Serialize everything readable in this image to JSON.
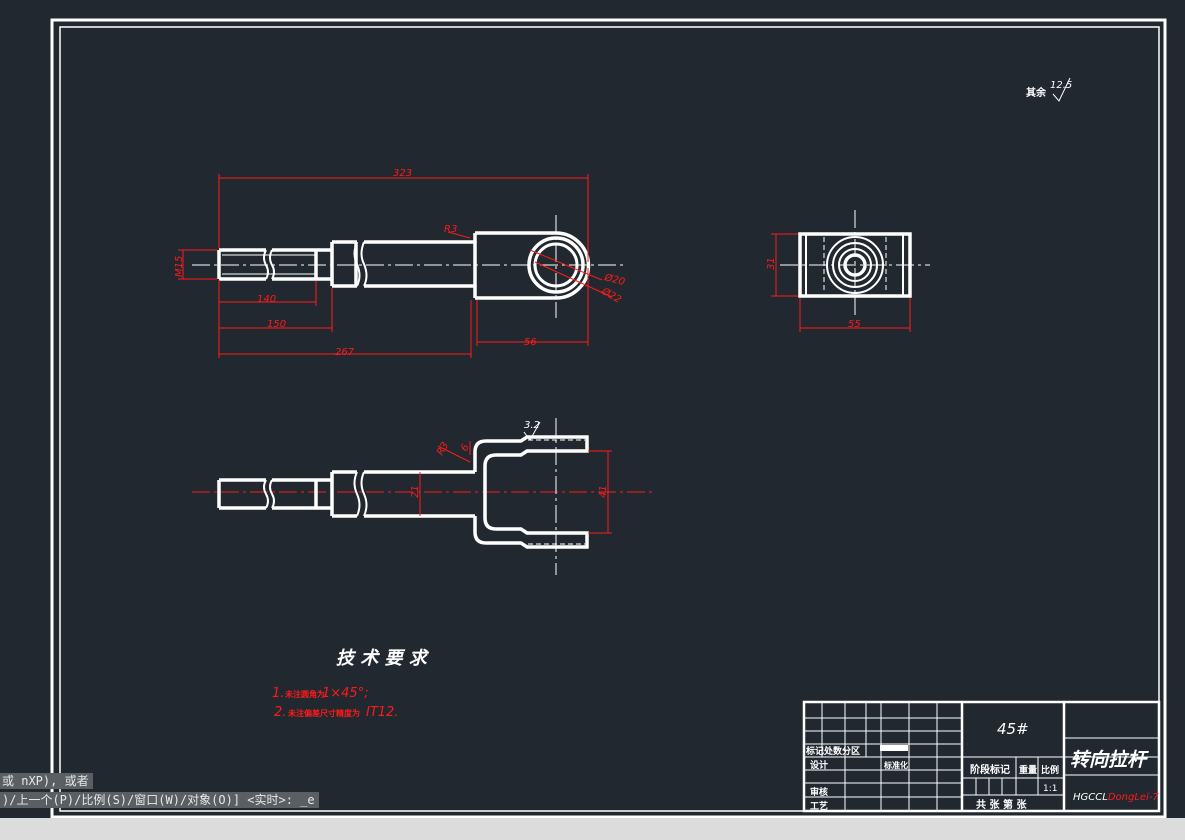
{
  "drawing": {
    "surface_note": "其余",
    "surface_value": "12.5",
    "top_view_dims": {
      "overall": "323",
      "thread": "M15",
      "len_140": "140",
      "len_150": "150",
      "len_267": "267",
      "len_56": "56",
      "radius": "R3",
      "dia_20": "Ø20",
      "dia_22": "Ø22"
    },
    "side_view_dims": {
      "height": "31",
      "width": "55"
    },
    "front_view_dims": {
      "roughness": "3.2",
      "radius": "R3",
      "gap": "6",
      "neck": "21",
      "opening": "41"
    },
    "tech_title": "技 术 要 求",
    "tech_notes": [
      {
        "num": "1.",
        "text": "未注圆角为",
        "value": "1×45°;"
      },
      {
        "num": "2.",
        "text": "未注偏差尺寸精度为",
        "value": "IT12."
      }
    ]
  },
  "title_block": {
    "material": "45#",
    "part_name": "转向拉杆",
    "label_mark": "标记处数分区",
    "label_design": "设计",
    "label_standard": "标准化",
    "label_review": "审核",
    "label_process": "工艺",
    "label_stage": "阶段标记",
    "label_weight": "重量",
    "label_scale": "比例",
    "scale_value": "1:1",
    "sheet_info": "共 张   第   张",
    "drawing_code_prefix": "HGCCL",
    "drawing_code_suffix": "DongLei-7"
  },
  "command_line": {
    "line1": "或 nXP), 或者",
    "line2": ")/上一个(P)/比例(S)/窗口(W)/对象(O)] <实时>: _e"
  },
  "colors": {
    "background": "#212830",
    "geometry": "#ffffff",
    "dimension": "#ff1a1a",
    "command_bg": "#5a5f64"
  }
}
